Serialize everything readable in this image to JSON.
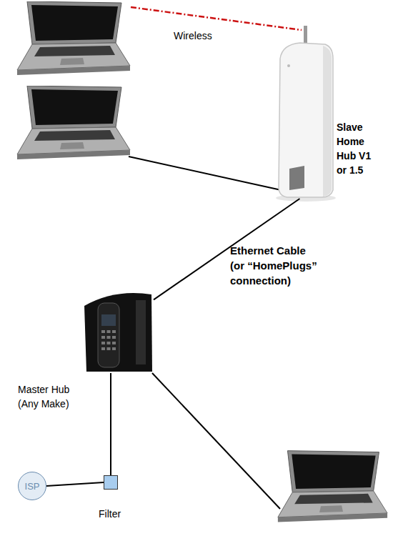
{
  "diagram": {
    "nodes": [
      {
        "text": [
          "Slave Home Hub V1 or 1.5"
        ]
      },
      {
        "text": [
          "Master Hub (Any Make)"
        ]
      },
      {
        "text": [
          "ISP"
        ]
      },
      {
        "text": [
          "Filter"
        ]
      }
    ],
    "edges": [
      {
        "from": 0,
        "to": 1,
        "arrow": "none",
        "label": "Ethernet Cable (or “HomePlugs” connection)"
      },
      {
        "from": 1,
        "to": 3,
        "arrow": "none"
      },
      {
        "from": 2,
        "to": 3,
        "arrow": "none"
      }
    ],
    "labels": [
      "Wireless"
    ]
  }
}
